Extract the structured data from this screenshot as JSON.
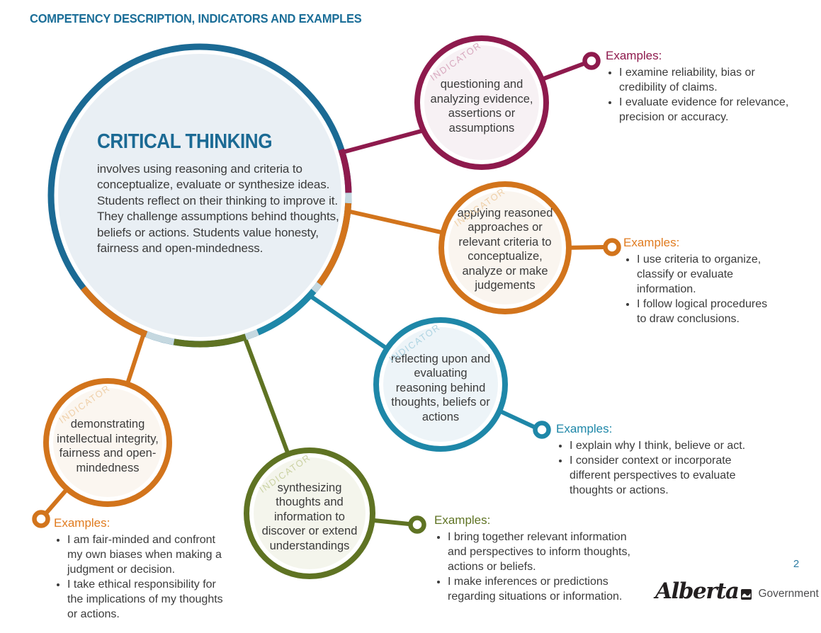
{
  "page": {
    "header": "COMPETENCY DESCRIPTION, INDICATORS AND EXAMPLES",
    "page_number": "2",
    "logo": {
      "wordmark": "Alberta",
      "text": "Government"
    }
  },
  "labels": {
    "indicator": "INDICATOR",
    "examples": "Examples:"
  },
  "competency": {
    "title": "CRITICAL THINKING",
    "description": "involves using reasoning and criteria to conceptualize, evaluate or synthesize ideas. Students reflect on their thinking to improve it. They challenge assumptions behind thoughts, beliefs or actions. Students value honesty, fairness and open-mindedness."
  },
  "indicators": [
    {
      "id": "questioning",
      "color": "#8E1A4D",
      "text": "questioning and analyzing evidence, assertions or assumptions",
      "examples": [
        "I examine reliability, bias or credibility of claims.",
        "I evaluate evidence for relevance, precision or accuracy."
      ]
    },
    {
      "id": "applying",
      "color": "#D2741C",
      "text": "applying reasoned approaches or relevant criteria to conceptualize, analyze or make judgements",
      "examples": [
        "I use criteria to organize, classify or evaluate information.",
        "I follow logical procedures to draw conclusions."
      ]
    },
    {
      "id": "reflecting",
      "color": "#1E87A8",
      "text": "reflecting upon and evaluating reasoning behind thoughts, beliefs or actions",
      "examples": [
        "I explain why I think, believe or act.",
        "I consider context or incorporate different perspectives to evaluate thoughts or actions."
      ]
    },
    {
      "id": "demonstrating",
      "color": "#D2741C",
      "text": "demonstrating intellectual integrity, fairness and open-mindedness",
      "examples": [
        "I am fair-minded and confront my own biases when making a judgment or decision.",
        "I take ethical responsibility for the implications of my thoughts or actions."
      ]
    },
    {
      "id": "synthesizing",
      "color": "#5F7323",
      "text": "synthesizing thoughts and information to discover or extend understandings",
      "examples": [
        "I bring together relevant information and perspectives to inform thoughts, actions or beliefs.",
        "I make inferences or predictions regarding situations or information."
      ]
    }
  ],
  "colors": {
    "header_blue": "#1B6E98",
    "circle_blue": "#1B6A94",
    "circle_fill": "#E9EFF4",
    "maroon": "#8E1A4D",
    "orange": "#D2741C",
    "teal": "#1E87A8",
    "olive": "#5F7323",
    "ring_gap": "#C5D8E0",
    "body_text": "#3B3B3B",
    "page_number_blue": "#2D7CA3"
  }
}
